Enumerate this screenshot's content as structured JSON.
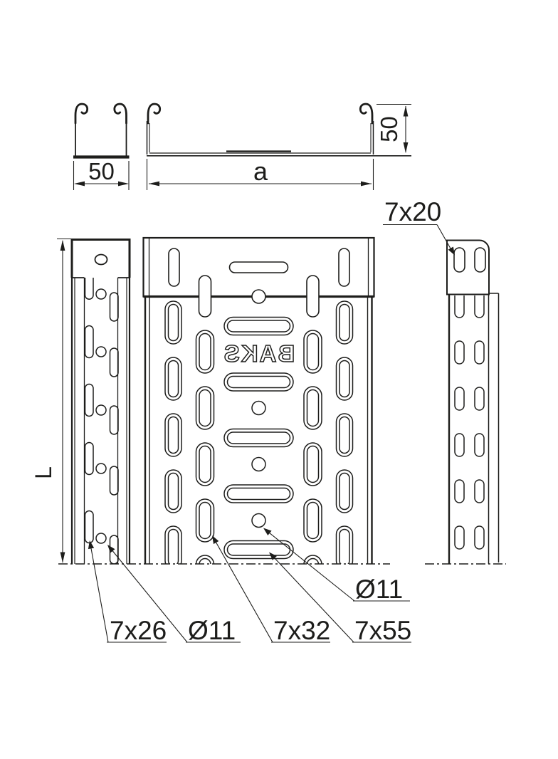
{
  "drawing": {
    "type": "technical-drawing-cable-tray",
    "brand_text": "BAKS",
    "labels": {
      "flange_width": "50",
      "tray_width": "a",
      "tray_height": "50",
      "tray_length": "L",
      "slot_7x20": "7x20",
      "slot_7x26": "7x26",
      "hole_d11_side": "Ø11",
      "slot_7x32": "7x32",
      "slot_7x55": "7x55",
      "hole_d11_bottom": "Ø11"
    },
    "colors": {
      "line": "#1d1d1b",
      "background": "#ffffff"
    }
  }
}
